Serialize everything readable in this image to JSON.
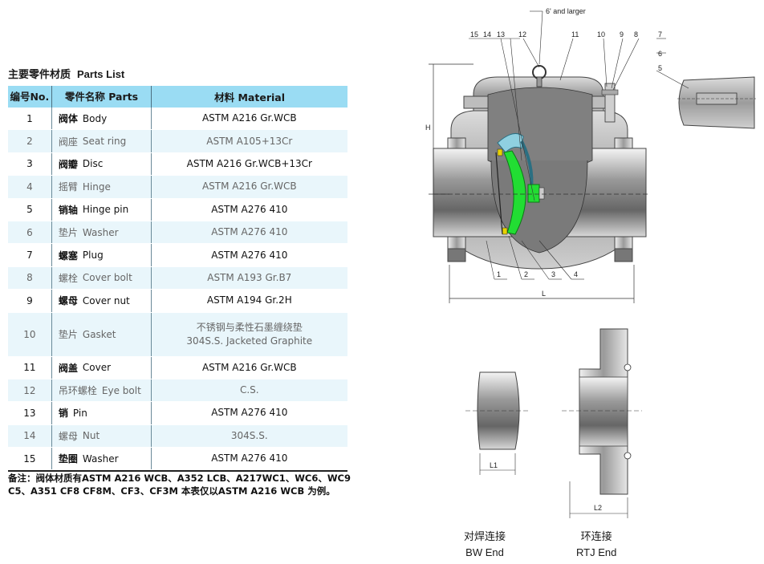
{
  "title": {
    "cn": "主要零件材质",
    "en": "Parts List"
  },
  "table": {
    "headers": {
      "no": "编号No.",
      "part": "零件名称 Parts",
      "material": "材料 Material"
    },
    "rows": [
      {
        "no": "1",
        "cn": "阀体",
        "en": "Body",
        "material": "ASTM A216 Gr.WCB"
      },
      {
        "no": "2",
        "cn": "阀座",
        "en": "Seat ring",
        "material": "ASTM A105+13Cr"
      },
      {
        "no": "3",
        "cn": "阀瓣",
        "en": "Disc",
        "material": "ASTM A216 Gr.WCB+13Cr"
      },
      {
        "no": "4",
        "cn": "摇臂",
        "en": "Hinge",
        "material": "ASTM A216 Gr.WCB"
      },
      {
        "no": "5",
        "cn": "销轴",
        "en": "Hinge pin",
        "material": "ASTM A276 410"
      },
      {
        "no": "6",
        "cn": "垫片",
        "en": "Washer",
        "material": "ASTM A276 410"
      },
      {
        "no": "7",
        "cn": "螺塞",
        "en": "Plug",
        "material": "ASTM A276 410"
      },
      {
        "no": "8",
        "cn": "螺栓",
        "en": "Cover bolt",
        "material": "ASTM A193 Gr.B7"
      },
      {
        "no": "9",
        "cn": "螺母",
        "en": "Cover nut",
        "material": "ASTM A194 Gr.2H"
      },
      {
        "no": "10",
        "cn": "垫片",
        "en": "Gasket",
        "material": "不锈钢与柔性石墨缠绕垫",
        "material2": "304S.S. Jacketed Graphite"
      },
      {
        "no": "11",
        "cn": "阀盖",
        "en": "Cover",
        "material": "ASTM A216 Gr.WCB"
      },
      {
        "no": "12",
        "cn": "吊环螺栓",
        "en": "Eye bolt",
        "material": "C.S."
      },
      {
        "no": "13",
        "cn": "销",
        "en": "Pin",
        "material": "ASTM A276 410"
      },
      {
        "no": "14",
        "cn": "螺母",
        "en": "Nut",
        "material": "304S.S."
      },
      {
        "no": "15",
        "cn": "垫圈",
        "en": "Washer",
        "material": "ASTM A276 410"
      }
    ]
  },
  "note": {
    "line1": "备注：阀体材质有ASTM A216 WCB、A352 LCB、A217WC1、WC6、WC9",
    "line2": "C5、A351 CF8 CF8M、CF3、CF3M 本表仅以ASTM A216 WCB 为例。"
  },
  "drawing": {
    "top_note": "6' and larger",
    "callouts_top": [
      "15",
      "14",
      "13",
      "12",
      "11",
      "10",
      "9",
      "8"
    ],
    "callouts_right": [
      "7",
      "6",
      "5"
    ],
    "callouts_bottom": [
      "1",
      "2",
      "3",
      "4"
    ],
    "dim_h": "H",
    "dim_l": "L",
    "dim_l1": "L1",
    "dim_l2": "L2"
  },
  "captions": {
    "bw": {
      "cn": "对焊连接",
      "en": "BW End"
    },
    "rtj": {
      "cn": "环连接",
      "en": "RTJ End"
    }
  },
  "colors": {
    "header": "#9adcf3",
    "band": "#e9f6fb",
    "disc": "#22dd33",
    "hinge": "#8fd0e0"
  }
}
